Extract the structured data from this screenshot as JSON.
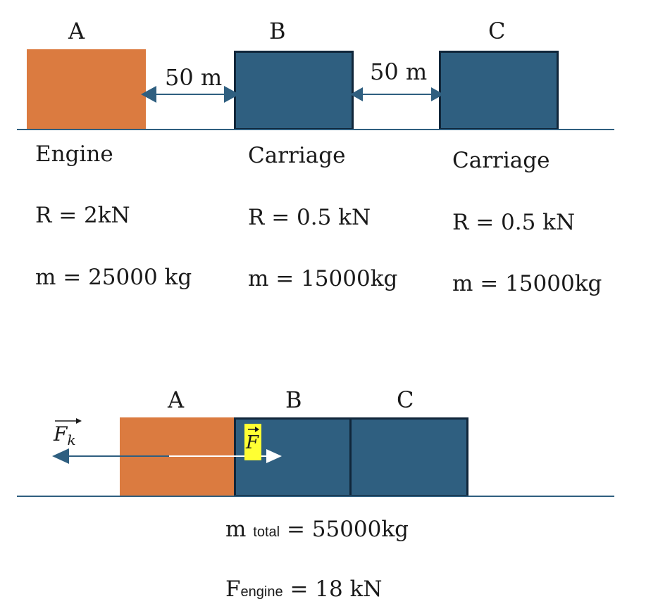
{
  "top": {
    "labels": {
      "a": "A",
      "b": "B",
      "c": "C"
    },
    "distances": {
      "ab": "50 m",
      "bc": "50 m"
    },
    "engine": {
      "name": "Engine",
      "resistance": "R = 2kN",
      "mass": "m = 25000 kg"
    },
    "carriage_b": {
      "name": "Carriage",
      "resistance": "R = 0.5 kN",
      "mass": "m = 15000kg"
    },
    "carriage_c": {
      "name": "Carriage",
      "resistance": "R = 0.5 kN",
      "mass": "m = 15000kg"
    }
  },
  "bottom": {
    "labels": {
      "a": "A",
      "b": "B",
      "c": "C"
    },
    "friction_vector": {
      "letter": "F",
      "subscript": "k"
    },
    "force_vector": {
      "letter": "F"
    },
    "total_mass": {
      "prefix": "m",
      "subscript": "total",
      "equation": "= 55000kg"
    },
    "engine_force": {
      "prefix": "F",
      "subscript": "engine",
      "equation": "= 18 kN"
    }
  },
  "colors": {
    "engine": "#db7b40",
    "carriage": "#2f5f80",
    "border": "#10263a",
    "highlight": "#ffff33"
  }
}
